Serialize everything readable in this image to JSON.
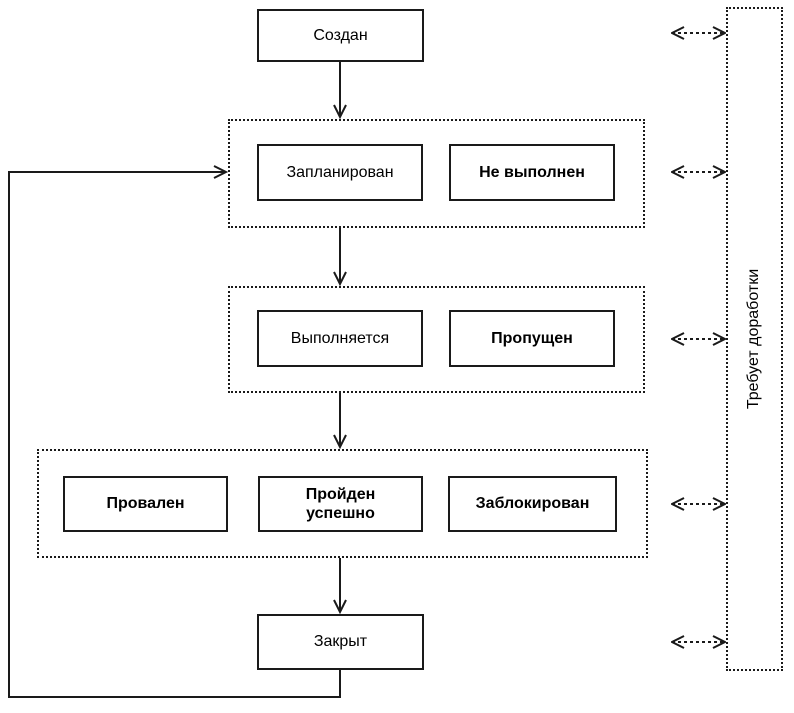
{
  "diagram": {
    "nodes": {
      "created": "Создан",
      "planned": "Запланирован",
      "not_executed": "Не выполнен",
      "in_progress": "Выполняется",
      "skipped": "Пропущен",
      "failed": "Провален",
      "passed": "Пройден успешно",
      "blocked": "Заблокирован",
      "closed": "Закрыт",
      "rework": "Требует доработки"
    },
    "edges": [
      {
        "from": "created",
        "to": "planned-group",
        "style": "solid-arrow"
      },
      {
        "from": "planned-group",
        "to": "execution-group",
        "style": "solid-arrow"
      },
      {
        "from": "execution-group",
        "to": "result-group",
        "style": "solid-arrow"
      },
      {
        "from": "result-group",
        "to": "closed",
        "style": "solid-arrow"
      },
      {
        "from": "closed",
        "to": "planned-group",
        "style": "solid-arrow-loop"
      },
      {
        "from": "created",
        "to": "rework",
        "style": "dashed-double-arrow"
      },
      {
        "from": "planned-group",
        "to": "rework",
        "style": "dashed-double-arrow"
      },
      {
        "from": "execution-group",
        "to": "rework",
        "style": "dashed-double-arrow"
      },
      {
        "from": "result-group",
        "to": "rework",
        "style": "dashed-double-arrow"
      },
      {
        "from": "closed",
        "to": "rework",
        "style": "dashed-double-arrow"
      }
    ],
    "colors": {
      "line": "#1a1a1a",
      "background": "#ffffff",
      "node_fill": "#ffffff",
      "text": "#000000"
    }
  }
}
